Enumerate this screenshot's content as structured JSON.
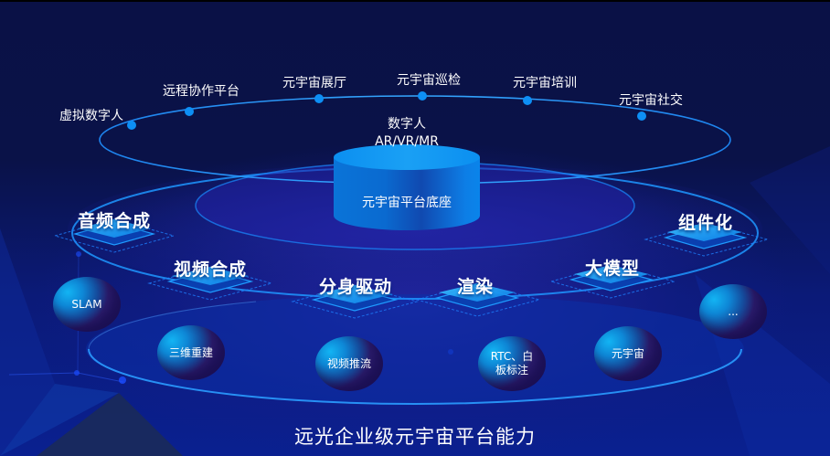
{
  "title": "远光企业级元宇宙平台能力",
  "core": {
    "label": "元宇宙平台底座",
    "top_labels": [
      "数字人",
      "AR/VR/MR"
    ]
  },
  "applications": [
    {
      "label": "虚拟数字人"
    },
    {
      "label": "远程协作平台"
    },
    {
      "label": "元宇宙展厅"
    },
    {
      "label": "元宇宙巡检"
    },
    {
      "label": "元宇宙培训"
    },
    {
      "label": "元宇宙社交"
    }
  ],
  "capabilities": [
    {
      "label": "音频合成"
    },
    {
      "label": "视频合成"
    },
    {
      "label": "分身驱动"
    },
    {
      "label": "渲染"
    },
    {
      "label": "大模型"
    },
    {
      "label": "组件化"
    }
  ],
  "technologies": [
    {
      "label": "SLAM"
    },
    {
      "label": "三维重建"
    },
    {
      "label": "视频推流"
    },
    {
      "label": "RTC、白板标注",
      "line1": "RTC、白",
      "line2": "板标注"
    },
    {
      "label": "元宇宙"
    },
    {
      "label": "..."
    }
  ],
  "colors": {
    "background": "#0a1248",
    "ring": "#1e90ff",
    "dot": "#0d8ff5",
    "cylinder": "#0a7de6",
    "text": "#ffffff"
  }
}
